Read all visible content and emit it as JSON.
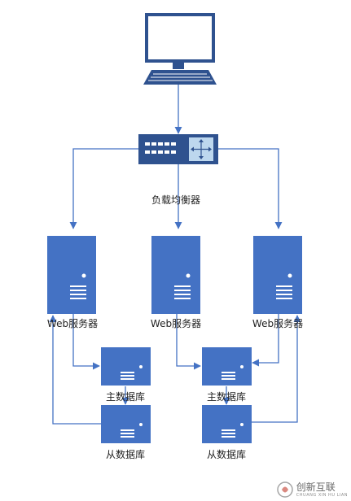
{
  "labels": {
    "load_balancer": "负载均衡器",
    "web_server_1": "Web服务器",
    "web_server_2": "Web服务器",
    "web_server_3": "Web服务器",
    "master_db_1": "主数据库",
    "master_db_2": "主数据库",
    "slave_db_1": "从数据库",
    "slave_db_2": "从数据库"
  },
  "watermark": {
    "cn": "创新互联",
    "en": "CHUANG XIN HU LIAN"
  },
  "colors": {
    "primary": "#4472C4",
    "dark": "#2F528F",
    "line": "#4472C4",
    "text": "#222222"
  },
  "icons": {
    "client": "desktop-computer-icon",
    "load_balancer": "network-switch-icon",
    "server": "server-tower-icon",
    "database": "database-server-icon"
  }
}
